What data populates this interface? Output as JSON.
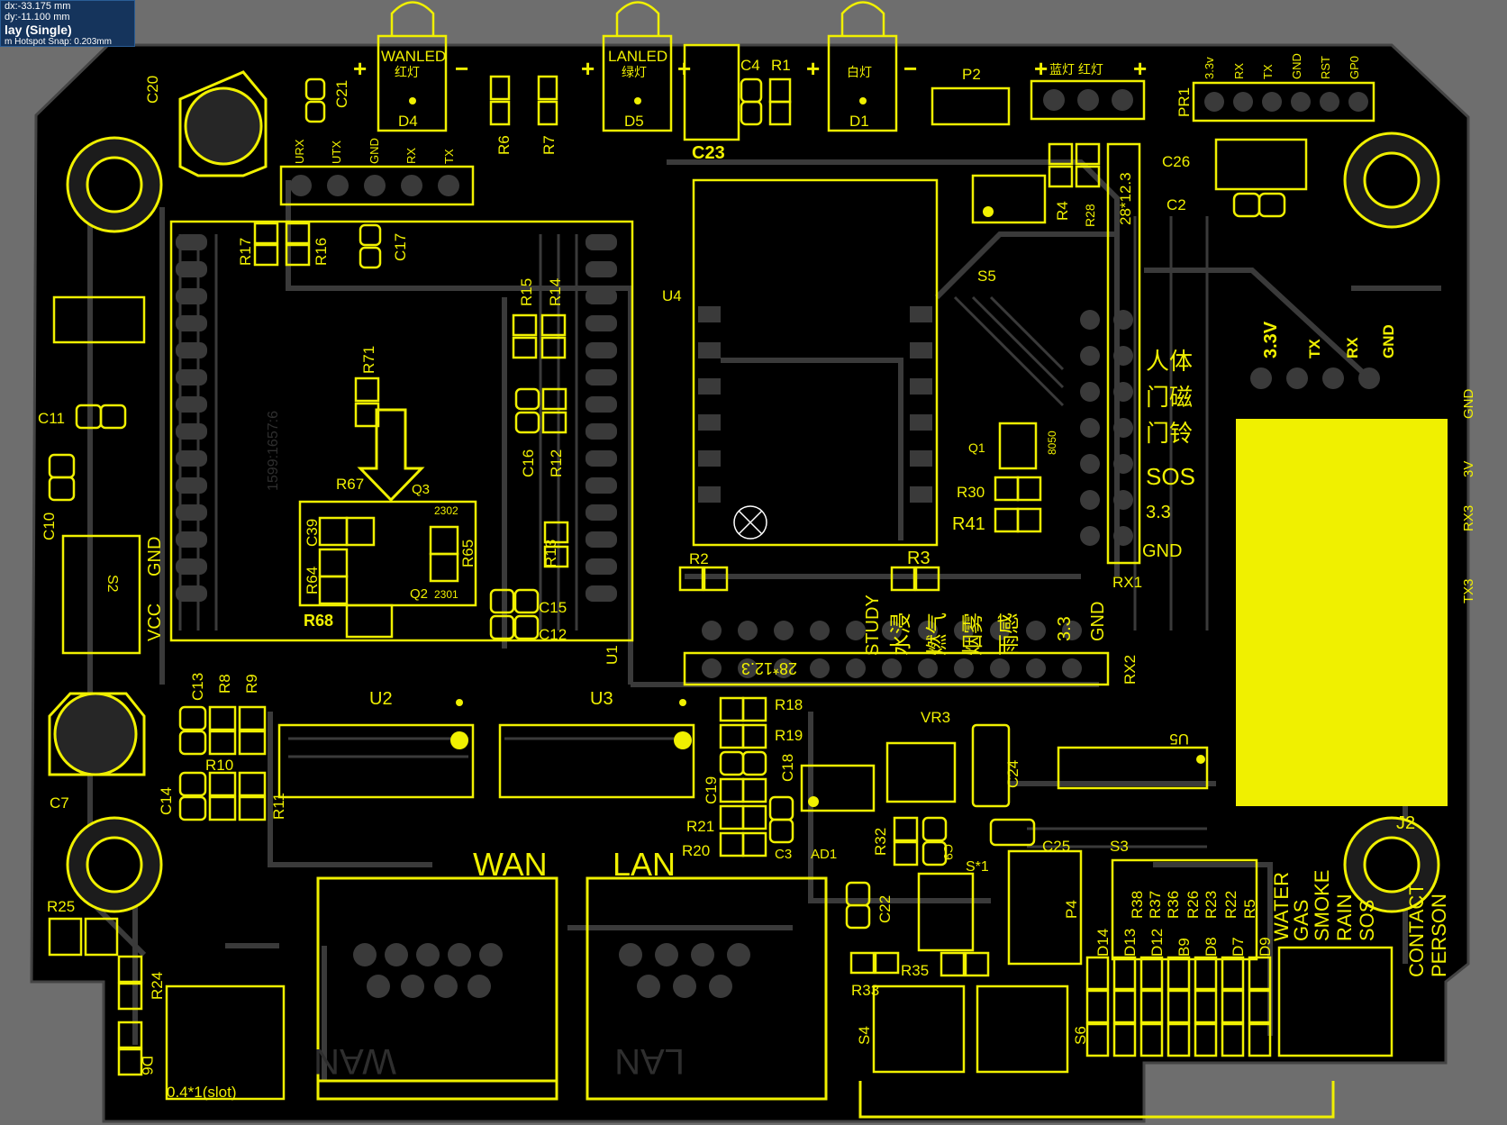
{
  "hud": {
    "dx": "dx:-33.175 mm",
    "dy": "dy:-11.100 mm",
    "mode": "lay (Single)",
    "snap": "m Hotspot Snap: 0.203mm"
  },
  "colors": {
    "background": "#6e6e6e",
    "board": "#000000",
    "copper": "#3a3a3a",
    "silkscreen": "#f0f000",
    "hud_bg": "#15345c"
  },
  "labels": {
    "wanled": "WANLED",
    "wanled_cn": "红灯",
    "lanled": "LANLED",
    "lanled_cn": "绿灯",
    "d1_cn": "白灯",
    "d4": "D4",
    "d5": "D5",
    "d1": "D1",
    "c20": "C20",
    "c21": "C21",
    "r6": "R6",
    "r7": "R7",
    "c23": "C23",
    "c4": "C4",
    "r1": "R1",
    "p2": "P2",
    "blue_red": "蓝灯  红灯",
    "pr1": "PR1",
    "pr1_pins": [
      "3.3v",
      "RX",
      "TX",
      "GND",
      "RST",
      "GP0"
    ],
    "hdr_pins": [
      "URX",
      "UTX",
      "GND",
      "RX",
      "TX"
    ],
    "c26": "C26",
    "c2": "C2",
    "r4": "R4",
    "r28": "R28",
    "size1": "28*12.3",
    "s5": "S5",
    "r17": "R17",
    "r16": "R16",
    "c17": "C17",
    "u4": "U4",
    "r15": "R15",
    "r14": "R14",
    "r71": "R71",
    "c11": "C11",
    "c10": "C10",
    "c16": "C16",
    "r12": "R12",
    "r67": "R67",
    "q3": "Q3",
    "n2302": "2302",
    "c39": "C39",
    "r65": "R65",
    "r64": "R64",
    "q2": "Q2",
    "n2301": "2301",
    "r68": "R68",
    "r13": "R13",
    "c15": "C15",
    "c12": "C12",
    "u1": "U1",
    "gnd": "GND",
    "vcc": "VCC",
    "s2": "S2",
    "q1": "Q1",
    "n8050": "8050",
    "r30": "R30",
    "r41": "R41",
    "r2": "R2",
    "r3": "R3",
    "rx_pins": [
      "3.3V",
      "TX",
      "RX",
      "GND"
    ],
    "j2_pins": [
      "GND",
      "3V",
      "RX3",
      "TX3"
    ],
    "sensor_cn": [
      "人体",
      "门磁",
      "门铃",
      "SOS"
    ],
    "v33": "3.3",
    "rx1": "RX1",
    "study": "STUDY",
    "rx2_cn": [
      "水浸",
      "燃气",
      "烟雾",
      "雨感"
    ],
    "rx2": "RX2",
    "size2": "28*12.3",
    "c13": "C13",
    "r8": "R8",
    "r9": "R9",
    "u2": "U2",
    "u3": "U3",
    "r18": "R18",
    "r19": "R19",
    "c18": "C18",
    "c19": "C19",
    "r21": "R21",
    "r20": "R20",
    "c3": "C3",
    "vr3": "VR3",
    "c24": "C24",
    "u5": "U5",
    "j2": "J2",
    "r10": "R10",
    "c14": "C14",
    "r11": "R11",
    "c7": "C7",
    "ad1": "AD1",
    "r32": "R32",
    "c9": "C9",
    "c25": "C25",
    "s3": "S3",
    "s1": "S*1",
    "c22": "C22",
    "p4": "P4",
    "res_row": [
      "R38",
      "R37",
      "R36",
      "R26",
      "R23",
      "R22",
      "R5"
    ],
    "diode_row": [
      "D14",
      "D13",
      "D12",
      "B9",
      "D8",
      "D7",
      "D9"
    ],
    "wan": "WAN",
    "lan": "LAN",
    "wan_mirror": "WAN",
    "lan_mirror": "LAN",
    "r25": "R25",
    "r24": "R24",
    "d6": "D6",
    "slot": "0.4*1(slot)",
    "r33": "R33",
    "r35": "R35",
    "s4": "S4",
    "s6": "S6",
    "bottom_right": [
      "WATER",
      "GAS",
      "SMOKE",
      "RAIN",
      "SOS"
    ],
    "contact": "CONTACT",
    "person": "PERSON",
    "serial_mirror": "1599:1657:6"
  }
}
